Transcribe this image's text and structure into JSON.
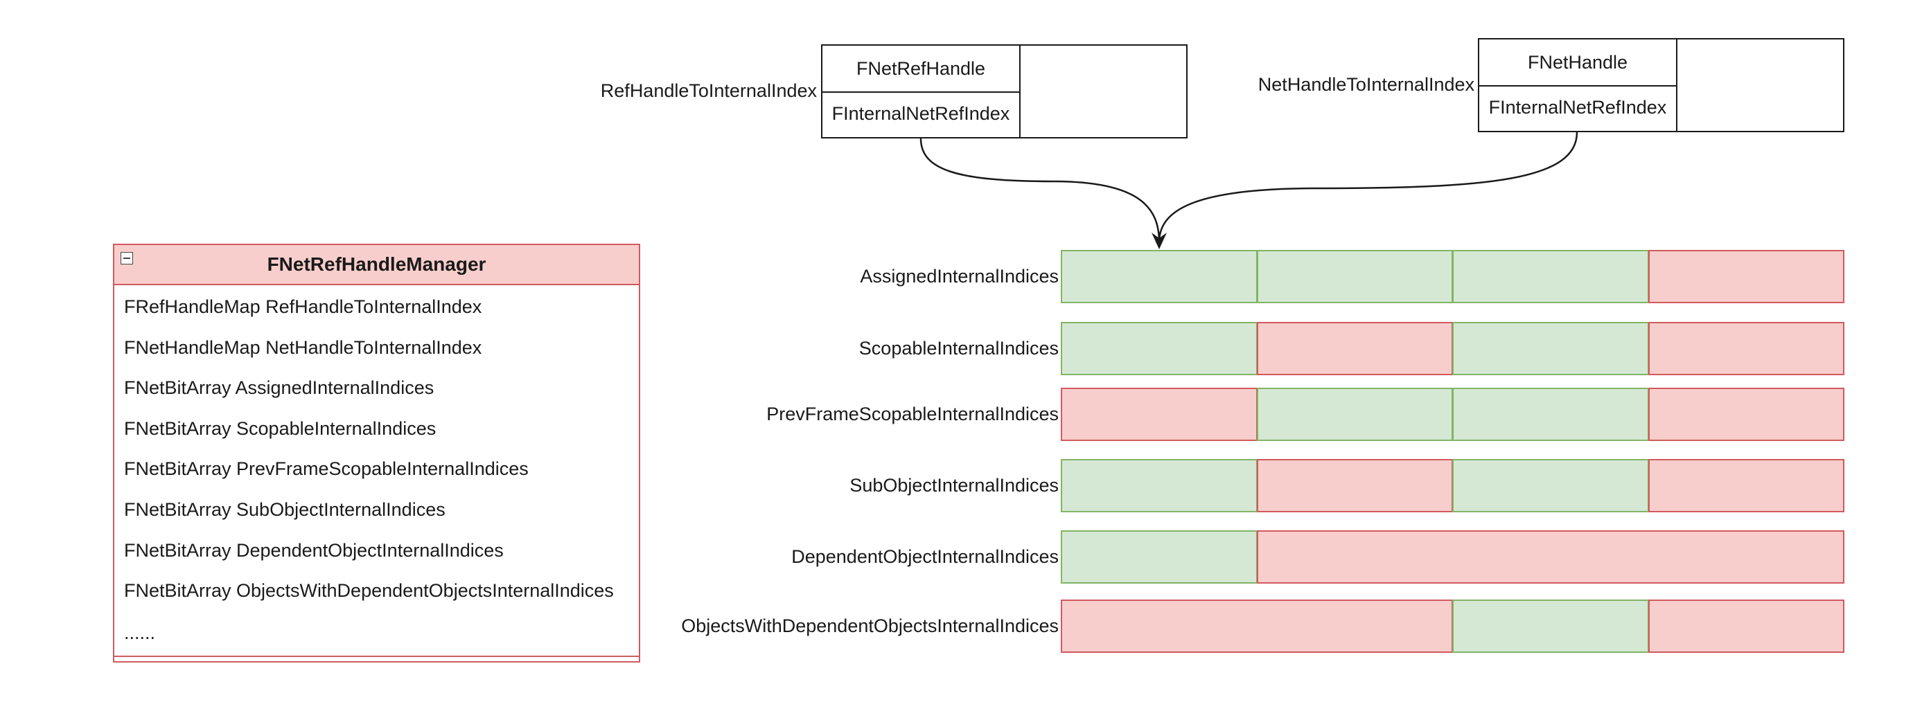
{
  "maps": [
    {
      "label": "RefHandleToInternalIndex",
      "key": "FNetRefHandle",
      "value": "FInternalNetRefIndex"
    },
    {
      "label": "NetHandleToInternalIndex",
      "key": "FNetHandle",
      "value": "FInternalNetRefIndex"
    }
  ],
  "class_box": {
    "title": "FNetRefHandleManager",
    "fields": [
      "FRefHandleMap RefHandleToInternalIndex",
      "FNetHandleMap NetHandleToInternalIndex",
      "FNetBitArray AssignedInternalIndices",
      "FNetBitArray ScopableInternalIndices",
      "FNetBitArray PrevFrameScopableInternalIndices",
      "FNetBitArray SubObjectInternalIndices",
      "FNetBitArray DependentObjectInternalIndices",
      "FNetBitArray ObjectsWithDependentObjectsInternalIndices",
      "......"
    ]
  },
  "bit_arrays": [
    {
      "label": "AssignedInternalIndices",
      "bits": [
        1,
        1,
        1,
        0
      ]
    },
    {
      "label": "ScopableInternalIndices",
      "bits": [
        1,
        0,
        1,
        0
      ]
    },
    {
      "label": "PrevFrameScopableInternalIndices",
      "bits": [
        0,
        1,
        1,
        0
      ]
    },
    {
      "label": "SubObjectInternalIndices",
      "bits": [
        1,
        0,
        1,
        0
      ]
    },
    {
      "label": "DependentObjectInternalIndices",
      "bits": [
        1,
        0,
        0,
        0
      ]
    },
    {
      "label": "ObjectsWithDependentObjectsInternalIndices",
      "bits": [
        0,
        0,
        1,
        0
      ]
    }
  ],
  "colors": {
    "set": "#d5e8d4",
    "set_border": "#82b366",
    "unset": "#f8cecc",
    "unset_border": "#d05a5f"
  }
}
